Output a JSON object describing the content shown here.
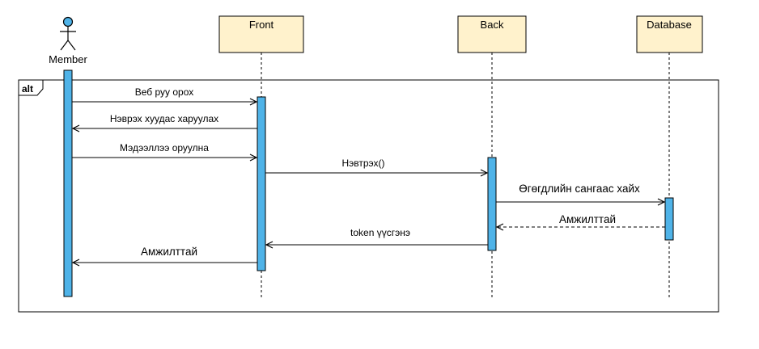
{
  "diagram": {
    "type": "sequence",
    "colors": {
      "participant_fill": "#fff2cc",
      "participant_stroke": "#000000",
      "activation_fill": "#4fb3e8",
      "actor_head_fill": "#4fb3e8",
      "line": "#000000"
    },
    "actor": {
      "label": "Member",
      "icon": "stick-figure-icon"
    },
    "participants": [
      {
        "id": "front",
        "label": "Front"
      },
      {
        "id": "back",
        "label": "Back"
      },
      {
        "id": "database",
        "label": "Database"
      }
    ],
    "fragment": {
      "operator": "alt"
    },
    "messages": [
      {
        "from": "Member",
        "to": "Front",
        "label": "Веб руу орох",
        "style": "solid"
      },
      {
        "from": "Front",
        "to": "Member",
        "label": "Нэврэх хуудас харуулах",
        "style": "solid"
      },
      {
        "from": "Member",
        "to": "Front",
        "label": "Мэдээллээ оруулна",
        "style": "solid"
      },
      {
        "from": "Front",
        "to": "Back",
        "label": "Нэвтрэх()",
        "style": "solid"
      },
      {
        "from": "Back",
        "to": "Database",
        "label": "Өгөгдлийн сангаас хайх",
        "style": "solid"
      },
      {
        "from": "Database",
        "to": "Back",
        "label": "Амжилттай",
        "style": "dashed"
      },
      {
        "from": "Back",
        "to": "Front",
        "label": "token үүсгэнэ",
        "style": "solid"
      },
      {
        "from": "Front",
        "to": "Member",
        "label": "Амжилттай",
        "style": "solid"
      }
    ]
  }
}
